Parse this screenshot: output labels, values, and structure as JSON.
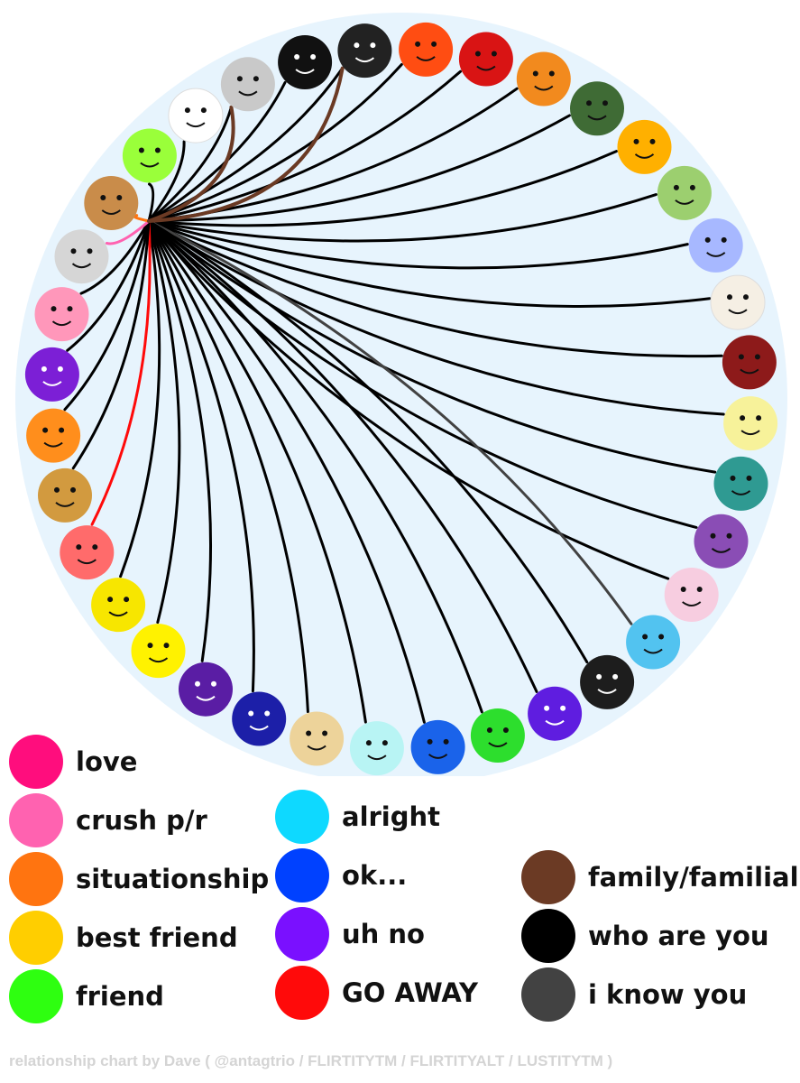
{
  "legend": [
    {
      "label": "love",
      "color": "#ff0d7d"
    },
    {
      "label": "crush p/r",
      "color": "#ff62b0"
    },
    {
      "label": "situationship",
      "color": "#ff7410"
    },
    {
      "label": "best friend",
      "color": "#ffce00"
    },
    {
      "label": "friend",
      "color": "#2eff10"
    },
    {
      "label": "alright",
      "color": "#0ed9ff"
    },
    {
      "label": "ok...",
      "color": "#0041ff"
    },
    {
      "label": "uh no",
      "color": "#7a10ff"
    },
    {
      "label": "GO AWAY",
      "color": "#ff0a0a"
    },
    {
      "label": "family/familial",
      "color": "#6b3a24"
    },
    {
      "label": "who are you",
      "color": "#000000"
    },
    {
      "label": "i know you",
      "color": "#424242"
    }
  ],
  "faces": [
    {
      "name": "light-gray-face",
      "color": "#c9c9c9"
    },
    {
      "name": "black-face",
      "color": "#111111"
    },
    {
      "name": "black-shaded-face",
      "color": "#222222"
    },
    {
      "name": "orange-red-face",
      "color": "#ff4d12"
    },
    {
      "name": "red-face",
      "color": "#d91414"
    },
    {
      "name": "orange-hair-face",
      "color": "#f28a1e"
    },
    {
      "name": "dark-green-face",
      "color": "#3f6b35"
    },
    {
      "name": "rainbow-face",
      "color": "#ffb000"
    },
    {
      "name": "light-green-face",
      "color": "#9ccf6f"
    },
    {
      "name": "periwinkle-face",
      "color": "#a7b8ff"
    },
    {
      "name": "cream-face",
      "color": "#f5efe4"
    },
    {
      "name": "dark-red-face",
      "color": "#8d1a1a"
    },
    {
      "name": "pale-yellow-face",
      "color": "#f7f29a"
    },
    {
      "name": "teal-face",
      "color": "#2f9a92"
    },
    {
      "name": "purple-face",
      "color": "#8a4db5"
    },
    {
      "name": "pink-face",
      "color": "#f7cde0"
    },
    {
      "name": "cyan-face",
      "color": "#52c3f0"
    },
    {
      "name": "black-eyed-face",
      "color": "#1d1d1d"
    },
    {
      "name": "violet-sunglasses-face",
      "color": "#5f1de0"
    },
    {
      "name": "green-smile-face",
      "color": "#2dde2d"
    },
    {
      "name": "blue-face",
      "color": "#1a63ea"
    },
    {
      "name": "pale-cyan-face",
      "color": "#b8f4f4"
    },
    {
      "name": "tan-face",
      "color": "#edd39a"
    },
    {
      "name": "navy-face",
      "color": "#1c1fa8"
    },
    {
      "name": "sparkle-purple-face",
      "color": "#5a1da4"
    },
    {
      "name": "yellow-smile-face-a",
      "color": "#fff200"
    },
    {
      "name": "yellow-smile-face-b",
      "color": "#f7e600"
    },
    {
      "name": "pink-red-face",
      "color": "#ff6b6b"
    },
    {
      "name": "brown-face",
      "color": "#d29a3f"
    },
    {
      "name": "orange-face",
      "color": "#ff8e1c"
    },
    {
      "name": "violet-face",
      "color": "#7c1fd6"
    },
    {
      "name": "rose-face",
      "color": "#ff97ba"
    },
    {
      "name": "silver-face",
      "color": "#d6d6d6"
    },
    {
      "name": "cookie-face",
      "color": "#c98c4a"
    },
    {
      "name": "lime-face",
      "color": "#9aff3a"
    },
    {
      "name": "white-face",
      "color": "#ffffff"
    }
  ],
  "links": [
    {
      "target": 35,
      "color": "#000000"
    },
    {
      "target": 0,
      "color": "#000000"
    },
    {
      "target": 1,
      "color": "#000000"
    },
    {
      "target": 2,
      "color": "#000000"
    },
    {
      "target": 3,
      "color": "#000000"
    },
    {
      "target": 4,
      "color": "#000000"
    },
    {
      "target": 5,
      "color": "#000000"
    },
    {
      "target": 6,
      "color": "#000000"
    },
    {
      "target": 7,
      "color": "#000000"
    },
    {
      "target": 8,
      "color": "#000000"
    },
    {
      "target": 9,
      "color": "#000000"
    },
    {
      "target": 10,
      "color": "#000000"
    },
    {
      "target": 11,
      "color": "#000000"
    },
    {
      "target": 12,
      "color": "#000000"
    },
    {
      "target": 13,
      "color": "#000000"
    },
    {
      "target": 14,
      "color": "#000000"
    },
    {
      "target": 15,
      "color": "#000000"
    },
    {
      "target": 16,
      "color": "#424242"
    },
    {
      "target": 17,
      "color": "#000000"
    },
    {
      "target": 18,
      "color": "#000000"
    },
    {
      "target": 19,
      "color": "#000000"
    },
    {
      "target": 20,
      "color": "#000000"
    },
    {
      "target": 21,
      "color": "#000000"
    },
    {
      "target": 22,
      "color": "#000000"
    },
    {
      "target": 23,
      "color": "#000000"
    },
    {
      "target": 24,
      "color": "#000000"
    },
    {
      "target": 25,
      "color": "#000000"
    },
    {
      "target": 26,
      "color": "#000000"
    },
    {
      "target": 27,
      "color": "#ff0a0a"
    },
    {
      "target": 28,
      "color": "#000000"
    },
    {
      "target": 29,
      "color": "#000000"
    },
    {
      "target": 30,
      "color": "#000000"
    },
    {
      "target": 31,
      "color": "#000000"
    },
    {
      "target": 32,
      "color": "#ff62b0"
    },
    {
      "target": 33,
      "color": "#ff7410"
    },
    {
      "target": 34,
      "color": "#000000"
    }
  ],
  "family_links": [
    {
      "target": 0,
      "color": "#6b3a24"
    },
    {
      "target": 2,
      "color": "#6b3a24"
    }
  ],
  "credit": "relationship chart by Dave ( @antagtrio / FLIRTITYTM / FLIRTITYALT / LUSTITYTM )"
}
